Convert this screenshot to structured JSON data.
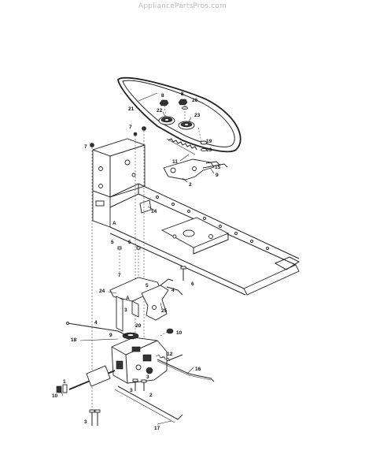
{
  "watermark": "AppliancePartsPros.com",
  "callouts": [
    {
      "id": "c8a",
      "text": "8"
    },
    {
      "id": "c26",
      "text": "26"
    },
    {
      "id": "c8b",
      "text": "8"
    },
    {
      "id": "c21",
      "text": "21"
    },
    {
      "id": "c22",
      "text": "22"
    },
    {
      "id": "c23",
      "text": "23"
    },
    {
      "id": "c7a",
      "text": "7"
    },
    {
      "id": "c19",
      "text": "19"
    },
    {
      "id": "c13",
      "text": "13"
    },
    {
      "id": "c7b",
      "text": "7"
    },
    {
      "id": "c11",
      "text": "11"
    },
    {
      "id": "c15",
      "text": "15"
    },
    {
      "id": "c9a",
      "text": "9"
    },
    {
      "id": "c2a",
      "text": "2"
    },
    {
      "id": "c14",
      "text": "14"
    },
    {
      "id": "c5a",
      "text": "5"
    },
    {
      "id": "c5b",
      "text": "5"
    },
    {
      "id": "c6",
      "text": "6"
    },
    {
      "id": "c24",
      "text": "24"
    },
    {
      "id": "c7c",
      "text": "7"
    },
    {
      "id": "c5c",
      "text": "5"
    },
    {
      "id": "c4a",
      "text": "4"
    },
    {
      "id": "c25",
      "text": "25"
    },
    {
      "id": "c3a",
      "text": "3"
    },
    {
      "id": "c4b",
      "text": "4"
    },
    {
      "id": "c20",
      "text": "20"
    },
    {
      "id": "c9b",
      "text": "9"
    },
    {
      "id": "c10a",
      "text": "10"
    },
    {
      "id": "c18",
      "text": "18"
    },
    {
      "id": "c12",
      "text": "12"
    },
    {
      "id": "c16",
      "text": "16"
    },
    {
      "id": "c3b",
      "text": "3"
    },
    {
      "id": "c3c",
      "text": "3"
    },
    {
      "id": "c2b",
      "text": "2"
    },
    {
      "id": "c10b",
      "text": "10"
    },
    {
      "id": "c1",
      "text": "1"
    },
    {
      "id": "c3d",
      "text": "3"
    },
    {
      "id": "c17",
      "text": "17"
    }
  ],
  "view_marks": [
    "A",
    "A"
  ]
}
